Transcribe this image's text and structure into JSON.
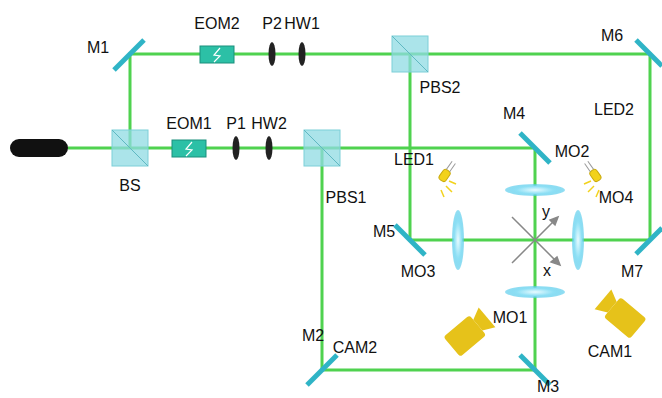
{
  "diagram": {
    "labels": [
      "EOM2",
      "P2",
      "HW1",
      "M1",
      "M6",
      "EOM1",
      "P1",
      "HW2",
      "PBS2",
      "M4",
      "LED2",
      "LED1",
      "MO2",
      "y",
      "BS",
      "PBS1",
      "MO4",
      "M5",
      "MO3",
      "x",
      "M7",
      "MO1",
      "CAM2",
      "CAM1",
      "M2",
      "M3"
    ]
  }
}
